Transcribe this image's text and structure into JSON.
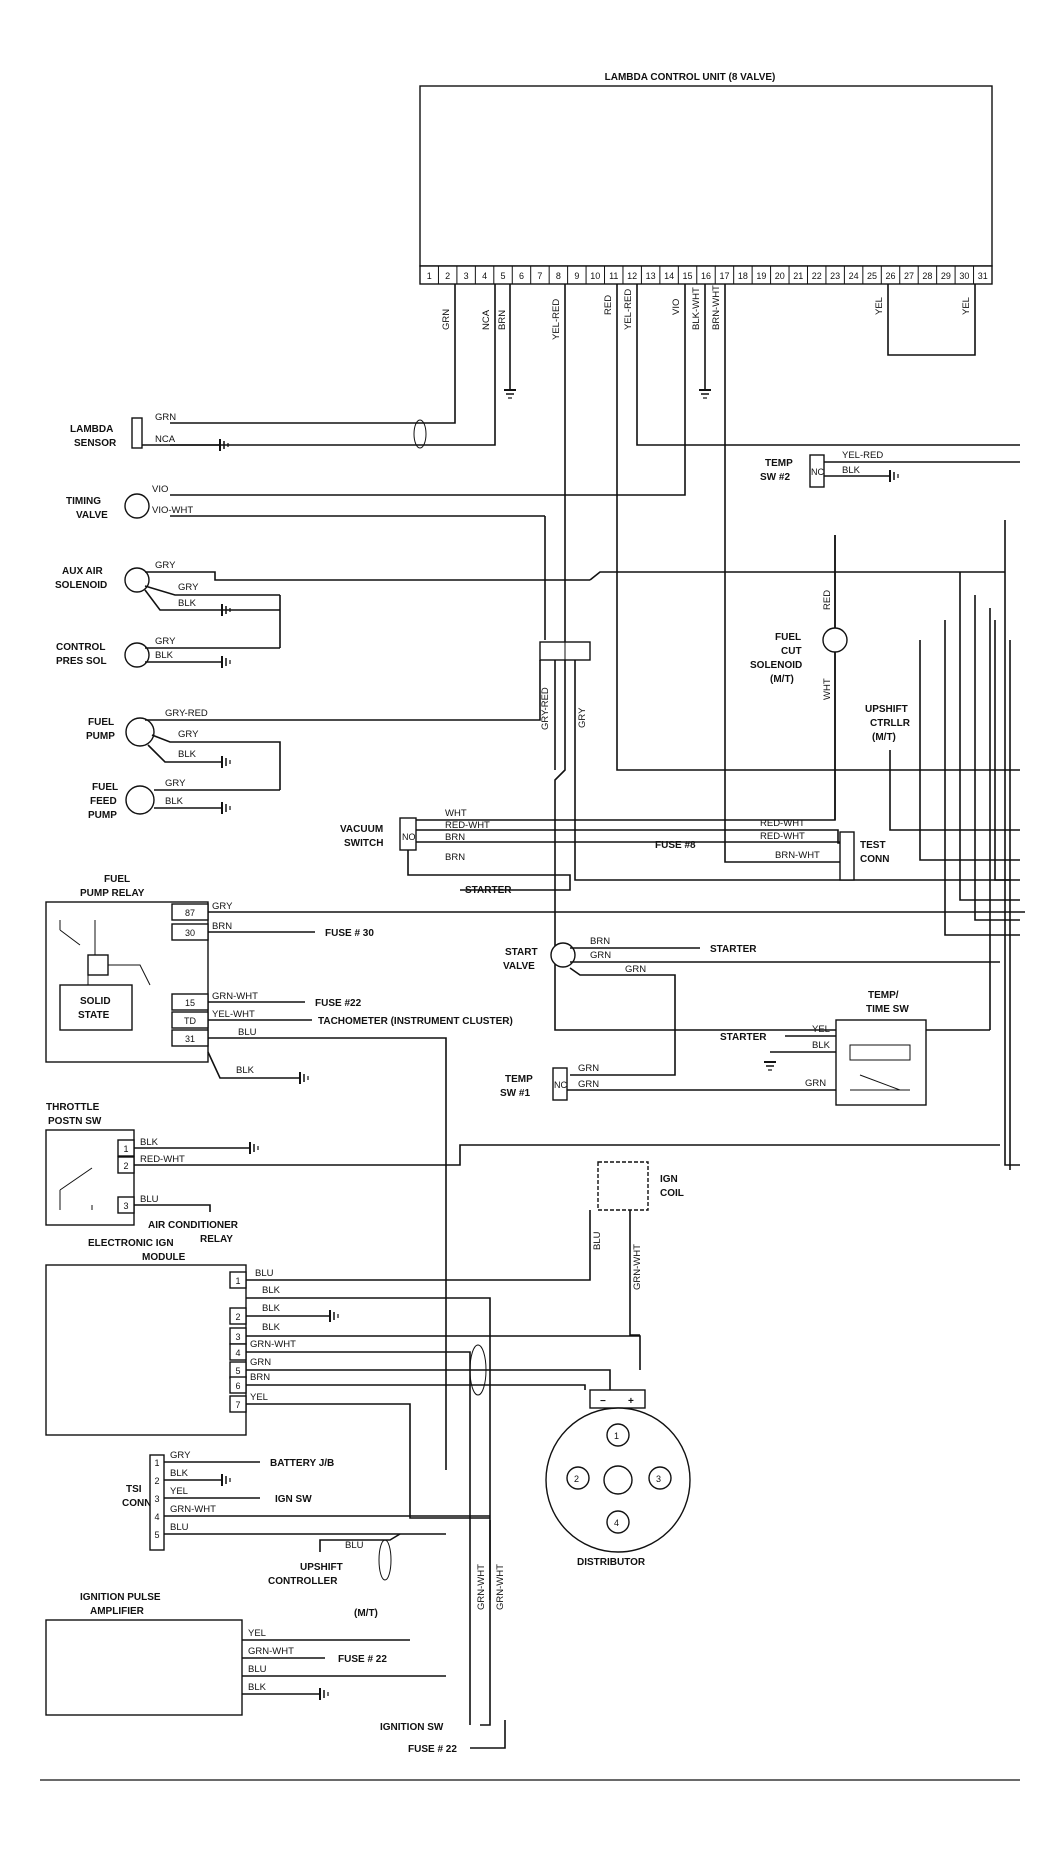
{
  "ecu": {
    "title": "LAMBDA CONTROL UNIT (8 VALVE)",
    "pins": [
      "1",
      "2",
      "3",
      "4",
      "5",
      "6",
      "7",
      "8",
      "9",
      "10",
      "11",
      "12",
      "13",
      "14",
      "15",
      "16",
      "17",
      "18",
      "19",
      "20",
      "21",
      "22",
      "23",
      "24",
      "25",
      "26",
      "27",
      "28",
      "29",
      "30",
      "31"
    ],
    "pin_wires": [
      "GRN",
      "NCA",
      "BRN",
      "YEL-RED",
      "RED",
      "YEL-RED",
      "VIO",
      "BLK-WHT",
      "BRN-WHT",
      "YEL",
      "YEL"
    ]
  },
  "components": {
    "lambda_sensor": [
      "LAMBDA",
      "SENSOR"
    ],
    "timing_valve": [
      "TIMING",
      "VALVE"
    ],
    "aux_air": [
      "AUX AIR",
      "SOLENOID"
    ],
    "control_pres": [
      "CONTROL",
      "PRES SOL"
    ],
    "fuel_pump": [
      "FUEL",
      "PUMP"
    ],
    "fuel_feed_pump": [
      "FUEL",
      "FEED",
      "PUMP"
    ],
    "vacuum_switch": [
      "VACUUM",
      "SWITCH"
    ],
    "fuel_pump_relay": [
      "FUEL",
      "PUMP RELAY"
    ],
    "solid_state": [
      "SOLID",
      "STATE"
    ],
    "throttle": [
      "THROTTLE",
      "POSTN SW"
    ],
    "electronic_ign": [
      "ELECTRONIC IGN",
      "MODULE"
    ],
    "tsi_conn": [
      "TSI",
      "CONN"
    ],
    "ign_pulse": [
      "IGNITION PULSE",
      "AMPLIFIER"
    ],
    "temp_sw2": [
      "TEMP",
      "SW #2"
    ],
    "fuel_cut": [
      "FUEL",
      "CUT",
      "SOLENOID",
      "(M/T)"
    ],
    "upshift_ctrllr": [
      "UPSHIFT",
      "CTRLLR",
      "(M/T)"
    ],
    "test_conn": [
      "TEST",
      "CONN"
    ],
    "start_valve": [
      "START",
      "VALVE"
    ],
    "temp_time_sw": [
      "TEMP/",
      "TIME SW"
    ],
    "temp_sw1": [
      "TEMP",
      "SW #1"
    ],
    "ign_coil": [
      "IGN",
      "COIL"
    ],
    "distributor": "DISTRIBUTOR",
    "upshift_controller": [
      "UPSHIFT",
      "CONTROLLER"
    ],
    "ac_relay": [
      "AIR CONDITIONER",
      "RELAY"
    ]
  },
  "wires": {
    "GRN": "GRN",
    "NCA": "NCA",
    "VIO": "VIO",
    "VIO_WHT": "VIO-WHT",
    "GRY": "GRY",
    "BLK": "BLK",
    "GRY_RED": "GRY-RED",
    "WHT": "WHT",
    "RED_WHT": "RED-WHT",
    "BRN": "BRN",
    "YEL_RED": "YEL-RED",
    "RED": "RED",
    "BRN_WHT": "BRN-WHT",
    "GRN_WHT": "GRN-WHT",
    "YEL_WHT": "YEL-WHT",
    "BLU": "BLU",
    "YEL": "YEL",
    "BLK_WHT": "BLK-WHT",
    "WHT_SHORT": "WHT"
  },
  "destinations": {
    "starter": "STARTER",
    "fuse8": "FUSE #8",
    "fuse30": "FUSE # 30",
    "fuse22a": "FUSE #22",
    "tach": "TACHOMETER  (INSTRUMENT CLUSTER)",
    "battery": "BATTERY J/B",
    "ign_sw": "IGN SW",
    "fuse22b": "FUSE # 22",
    "ignition_sw": "IGNITION SW",
    "fuse22c": "FUSE # 22",
    "mt": "(M/T)"
  },
  "relay_pins": [
    "87",
    "30",
    "15",
    "TD",
    "31"
  ],
  "throttle_pins": [
    "1",
    "2",
    "3"
  ],
  "ign_pins": [
    "1",
    "2",
    "3",
    "4",
    "5",
    "6",
    "7"
  ],
  "tsi_pins": [
    "1",
    "2",
    "3",
    "4",
    "5"
  ],
  "dist_terms": [
    "1",
    "2",
    "3",
    "4",
    "−",
    "+"
  ],
  "switch_codes": {
    "nc": "NC",
    "no": "NO"
  }
}
